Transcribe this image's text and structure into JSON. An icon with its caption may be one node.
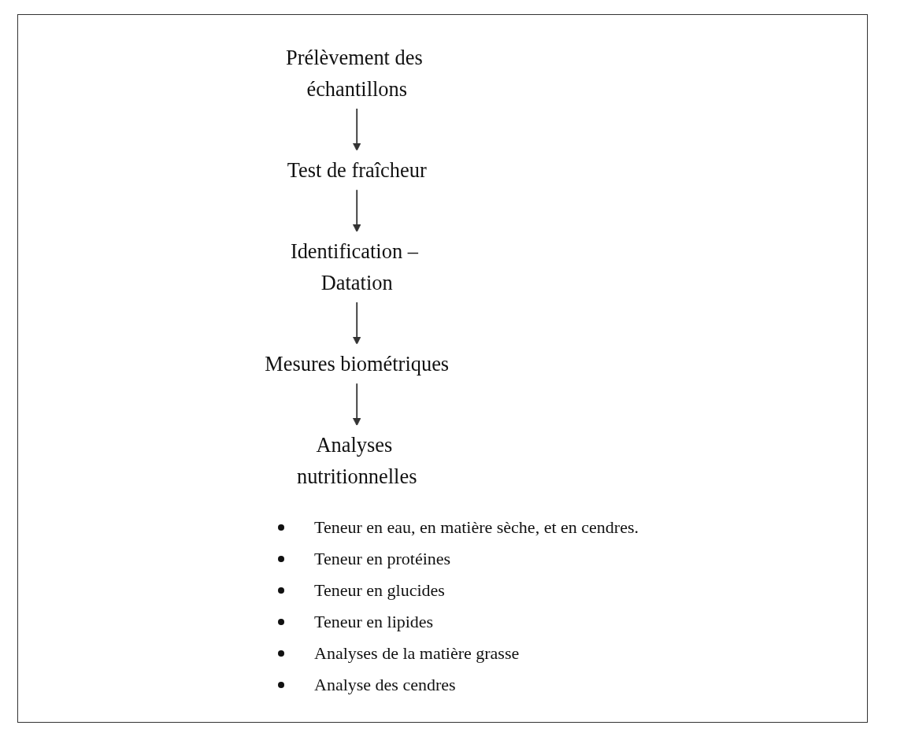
{
  "diagram": {
    "nodes": [
      {
        "text": [
          "Prélèvement des échantillons"
        ]
      },
      {
        "text": [
          "Test de fraîcheur"
        ]
      },
      {
        "text": [
          "Identification – Datation"
        ]
      },
      {
        "text": [
          "Mesures biométriques"
        ]
      },
      {
        "text": [
          "Analyses nutritionnelles"
        ]
      }
    ],
    "edges": [
      {
        "from": 0,
        "to": 1,
        "arrow": "to"
      },
      {
        "from": 1,
        "to": 2,
        "arrow": "to"
      },
      {
        "from": 2,
        "to": 3,
        "arrow": "to"
      },
      {
        "from": 3,
        "to": 4,
        "arrow": "to"
      }
    ],
    "labels": [
      "Teneur en eau, en matière sèche, et en cendres.",
      "Teneur en protéines",
      "Teneur en glucides",
      "Teneur en lipides",
      "Analyses de la matière grasse",
      "Analyse des cendres"
    ]
  }
}
